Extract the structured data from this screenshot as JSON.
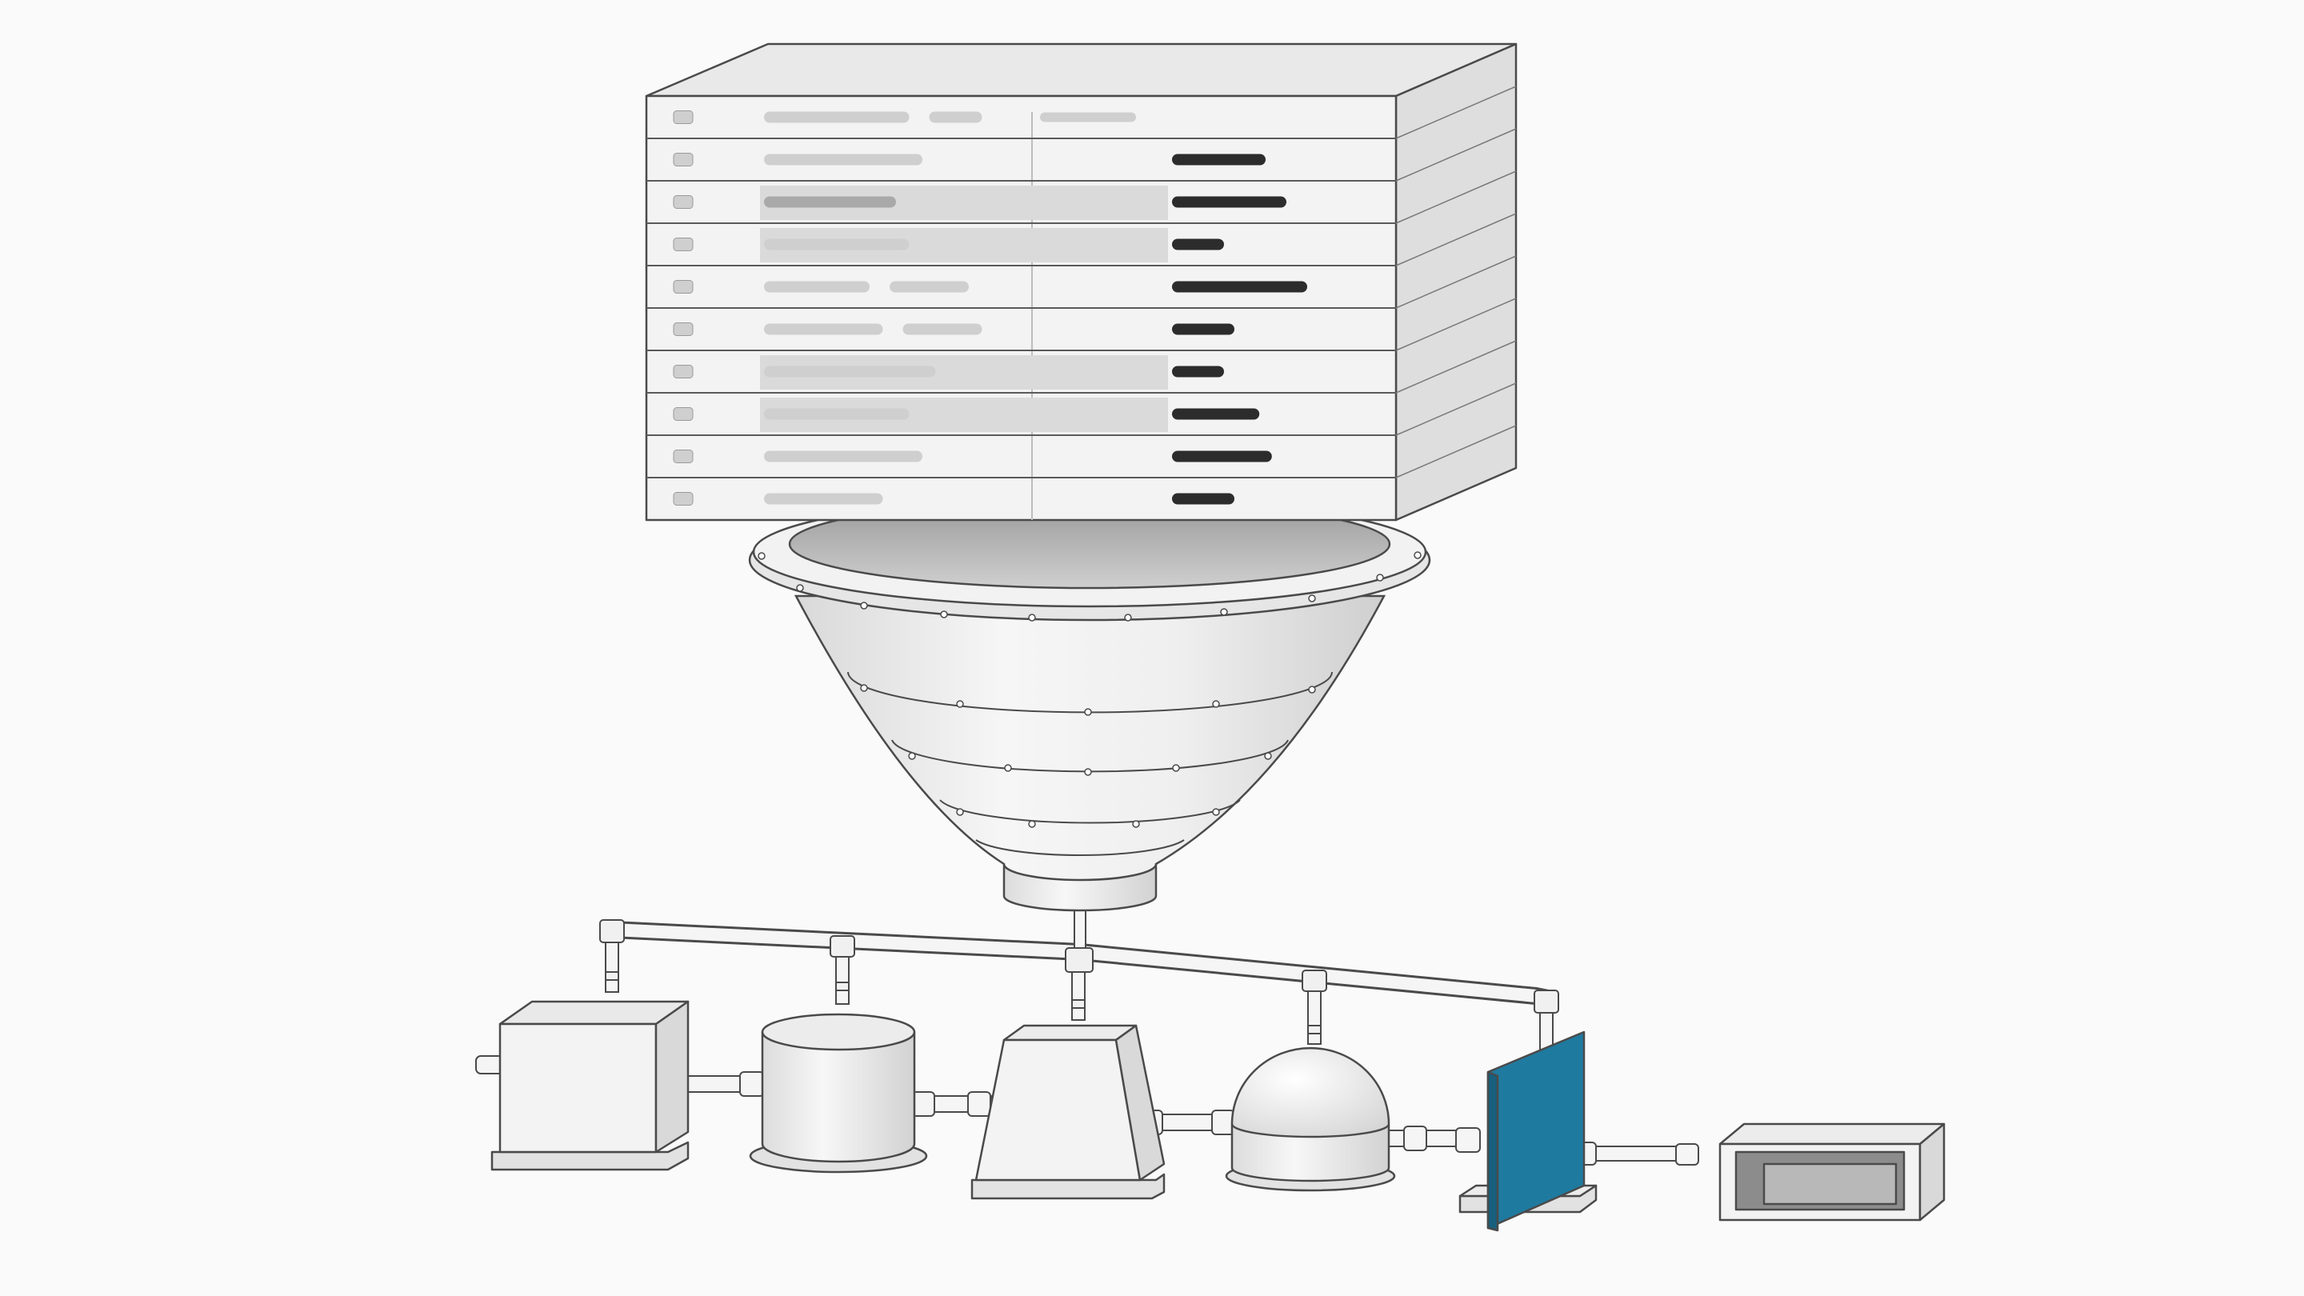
{
  "colors": {
    "background": "#fafafa",
    "stroke": "#4a4a4a",
    "front_face": "#f3f3f3",
    "top_face": "#e9e9e9",
    "side_face": "#dedede",
    "placeholder_light": "#cfcfcf",
    "placeholder_mid": "#a9a9a9",
    "placeholder_dark": "#2c2c2c",
    "highlight_band": "#dadada",
    "filter_panel": "#1f7aa0",
    "pipe": "#f5f5f5"
  },
  "stack": {
    "row_count": 10,
    "rows": [
      {
        "left_bar": 0.55,
        "left_bar2": 0.2,
        "tone": "light",
        "right_bar": 0.0,
        "highlight": false
      },
      {
        "left_bar": 0.6,
        "left_bar2": 0.0,
        "tone": "light",
        "right_bar": 0.45,
        "highlight": false
      },
      {
        "left_bar": 0.5,
        "left_bar2": 0.0,
        "tone": "mid",
        "right_bar": 0.55,
        "highlight": true
      },
      {
        "left_bar": 0.55,
        "left_bar2": 0.0,
        "tone": "light",
        "right_bar": 0.25,
        "highlight": true
      },
      {
        "left_bar": 0.4,
        "left_bar2": 0.3,
        "tone": "light",
        "right_bar": 0.65,
        "highlight": false
      },
      {
        "left_bar": 0.45,
        "left_bar2": 0.3,
        "tone": "light",
        "right_bar": 0.3,
        "highlight": false
      },
      {
        "left_bar": 0.65,
        "left_bar2": 0.0,
        "tone": "light",
        "right_bar": 0.25,
        "highlight": true
      },
      {
        "left_bar": 0.55,
        "left_bar2": 0.0,
        "tone": "light",
        "right_bar": 0.42,
        "highlight": true
      },
      {
        "left_bar": 0.6,
        "left_bar2": 0.0,
        "tone": "light",
        "right_bar": 0.48,
        "highlight": false
      },
      {
        "left_bar": 0.45,
        "left_bar2": 0.0,
        "tone": "light",
        "right_bar": 0.3,
        "highlight": false
      }
    ]
  },
  "funnel": {
    "ring_count": 4
  },
  "stations": [
    {
      "name": "cube-tank",
      "shape": "cube"
    },
    {
      "name": "cylinder-tank",
      "shape": "cylinder"
    },
    {
      "name": "trapezoid-hopper",
      "shape": "trapezoid"
    },
    {
      "name": "dome-tank",
      "shape": "dome"
    },
    {
      "name": "filter-panel",
      "shape": "panel"
    },
    {
      "name": "output-tray",
      "shape": "tray"
    }
  ]
}
